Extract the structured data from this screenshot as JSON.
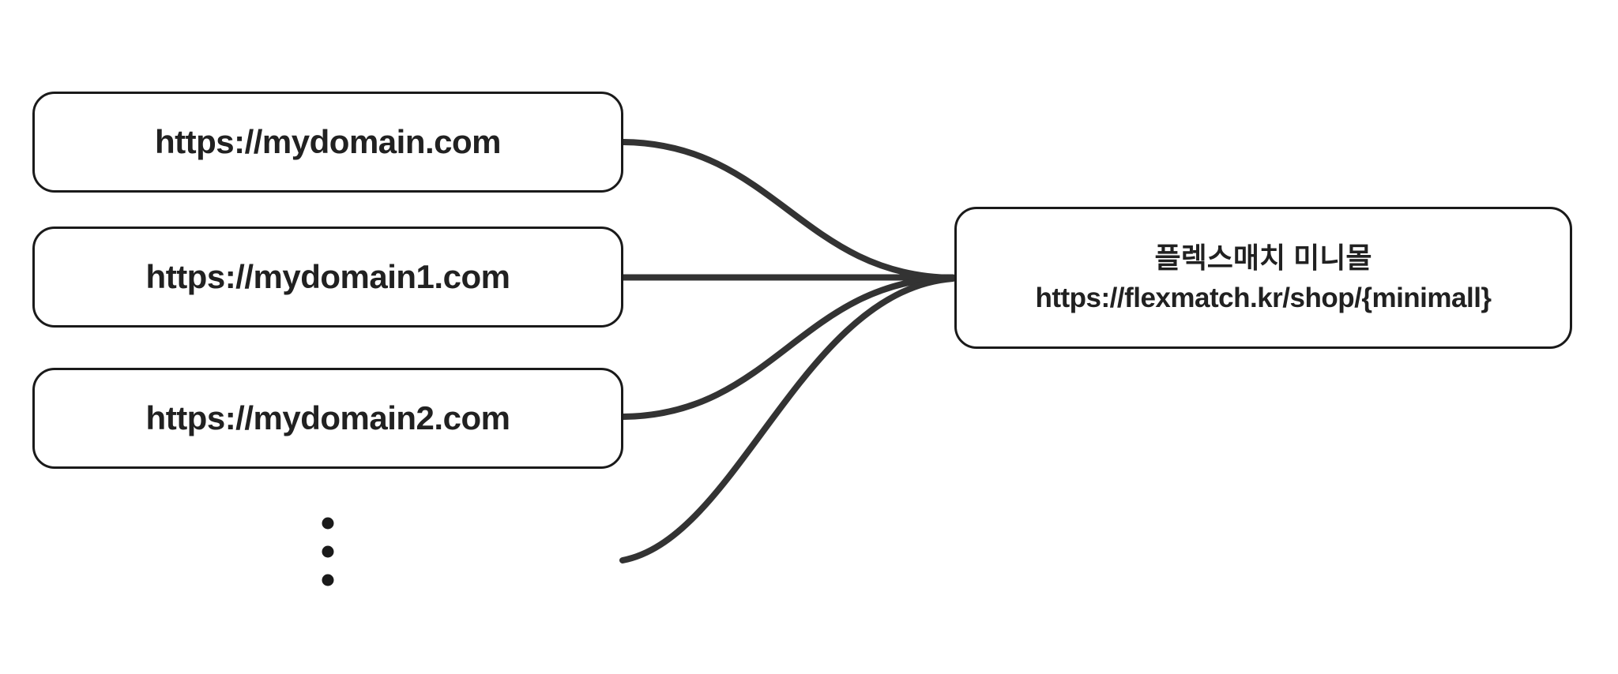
{
  "diagram": {
    "background_color": "#ffffff",
    "box_border_color": "#1a1a1a",
    "connector_color": "#333333",
    "text_color": "#212121",
    "source_boxes": [
      {
        "label": "https://mydomain.com"
      },
      {
        "label": "https://mydomain1.com"
      },
      {
        "label": "https://mydomain2.com"
      }
    ],
    "ellipsis": {
      "dot_count": 3,
      "meaning": "more-domains"
    },
    "target_box": {
      "title": "플렉스매치 미니몰",
      "url": "https://flexmatch.kr/shop/{minimall}"
    }
  }
}
